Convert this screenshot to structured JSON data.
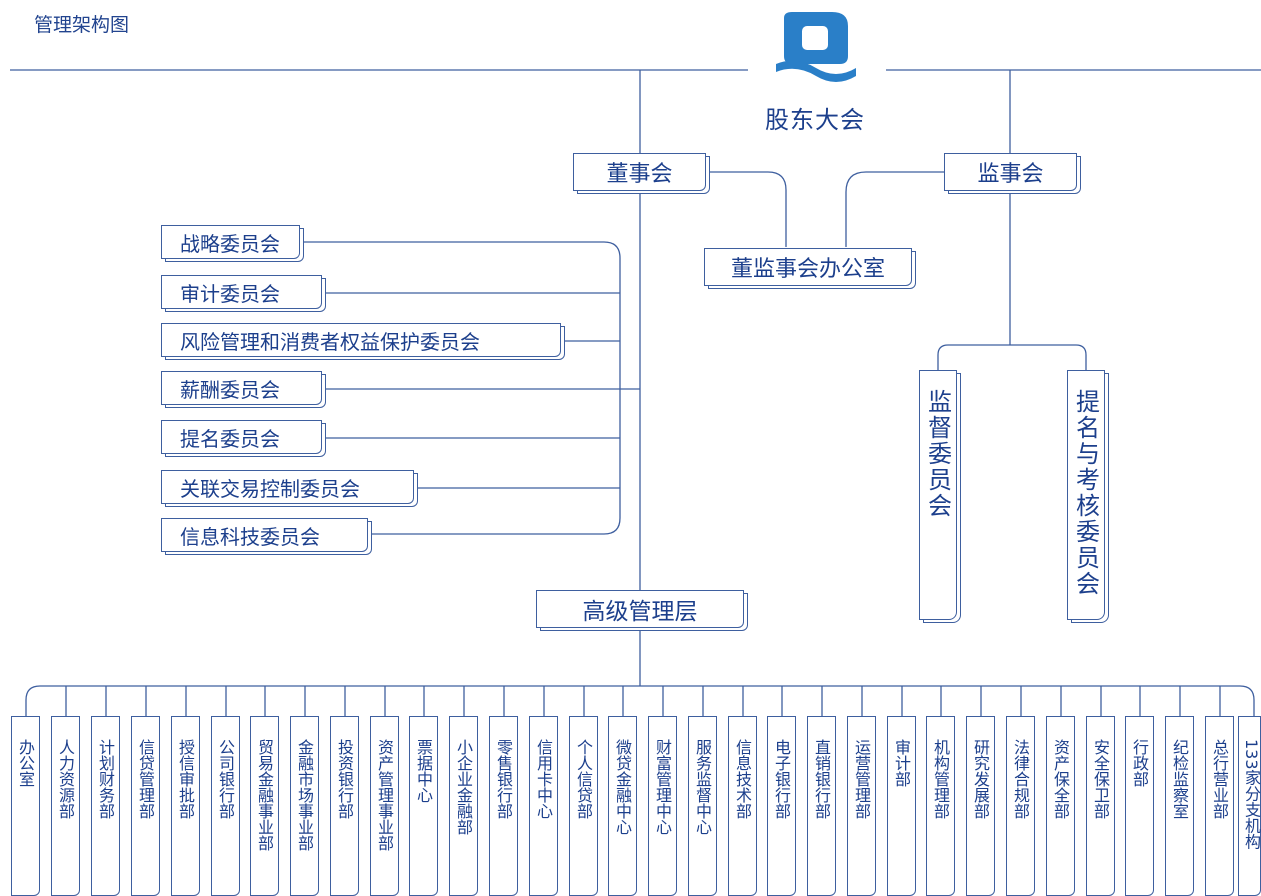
{
  "page_title": "管理架构图",
  "shareholders": "股东大会",
  "board": "董事会",
  "supervisory_board": "监事会",
  "office": "董监事会办公室",
  "senior_management": "高级管理层",
  "board_committees": [
    "战略委员会",
    "审计委员会",
    "风险管理和消费者权益保护委员会",
    "薪酬委员会",
    "提名委员会",
    "关联交易控制委员会",
    "信息科技委员会"
  ],
  "supervisory_committees": [
    "监督委员会",
    "提名与考核委员会"
  ],
  "departments": [
    "办公室",
    "人力资源部",
    "计划财务部",
    "信贷管理部",
    "授信审批部",
    "公司银行部",
    "贸易金融事业部",
    "金融市场事业部",
    "投资银行部",
    "资产管理事业部",
    "票据中心",
    "小企业金融部",
    "零售银行部",
    "信用卡中心",
    "个人信贷部",
    "微贷金融中心",
    "财富管理中心",
    "服务监督中心",
    "信息技术部",
    "电子银行部",
    "直销银行部",
    "运营管理部",
    "审计部",
    "机构管理部",
    "研究发展部",
    "法律合规部",
    "资产保全部",
    "安全保卫部",
    "行政部",
    "纪检监察室",
    "总行营业部",
    "133家分支机构"
  ],
  "colors": {
    "primary": "#1c3f8c",
    "line": "#3e5f9f",
    "logo": "#2a7fc8"
  }
}
